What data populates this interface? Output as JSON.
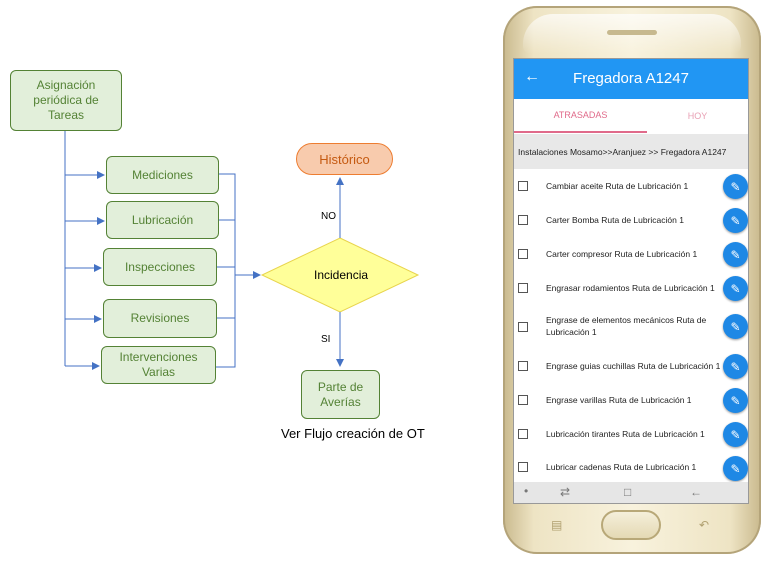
{
  "diagram": {
    "start": "Asignación periódica de Tareas",
    "tasks": [
      "Mediciones",
      "Lubricación",
      "Inspecciones",
      "Revisiones",
      "Intervenciones Varias"
    ],
    "decision": "Incidencia",
    "no_label": "NO",
    "yes_label": "SI",
    "no_target": "Histórico",
    "yes_target": "Parte de Averías",
    "caption": "Ver Flujo creación de OT"
  },
  "phone": {
    "title": "Fregadora A1247",
    "back_icon": "arrow-left-icon",
    "tabs": [
      "ATRASADAS",
      "HOY"
    ],
    "breadcrumb": "Instalaciones Mosamo>>Aranjuez >> Fregadora A1247",
    "tasks": [
      "Cambiar aceite Ruta de Lubricación 1",
      "Carter Bomba Ruta de Lubricación 1",
      "Carter compresor Ruta de Lubricación 1",
      "Engrasar rodamientos Ruta de Lubricación 1",
      "Engrase de elementos mecánicos Ruta de Lubricación 1",
      "Engrase guias cuchillas Ruta de Lubricación 1",
      "Engrase varillas Ruta de Lubricación 1",
      "Lubricación tirantes Ruta de Lubricación 1",
      "Lubricar cadenas Ruta de Lubricación 1"
    ],
    "edit_icon": "pencil-icon",
    "nav_icons": [
      "dot-icon",
      "recents-icon",
      "home-icon",
      "back-icon"
    ],
    "colors": {
      "appbar": "#2196f3",
      "tab_active": "#e06a8a",
      "fab": "#1e88e5"
    }
  }
}
